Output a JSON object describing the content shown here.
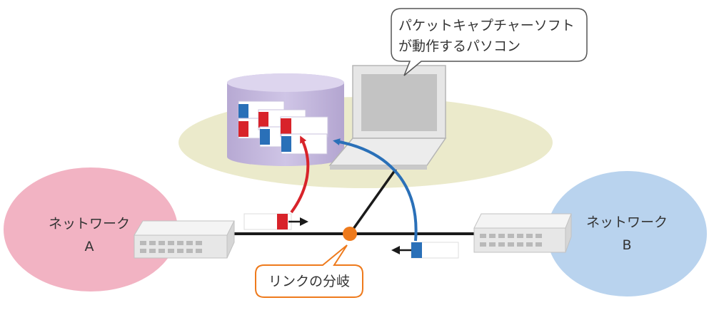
{
  "colors": {
    "network_a": "#f2b3c3",
    "network_b": "#b9d3ee",
    "capture_area": "#ebeacb",
    "storage": "#c4b8dd",
    "packet_red": "#d8232a",
    "packet_blue": "#2a70b8",
    "tap_point": "#ee7a1c",
    "link": "#1a1a1a"
  },
  "network_a": {
    "name": "ネットワーク",
    "letter": "A"
  },
  "network_b": {
    "name": "ネットワーク",
    "letter": "B"
  },
  "pc_callout": {
    "line1": "パケットキャプチャーソフト",
    "line2": "が動作するパソコン"
  },
  "tap_callout": {
    "text": "リンクの分岐"
  },
  "icons": [
    "switch-icon",
    "laptop-icon",
    "database-icon",
    "packet-icon",
    "arrow-icon"
  ]
}
